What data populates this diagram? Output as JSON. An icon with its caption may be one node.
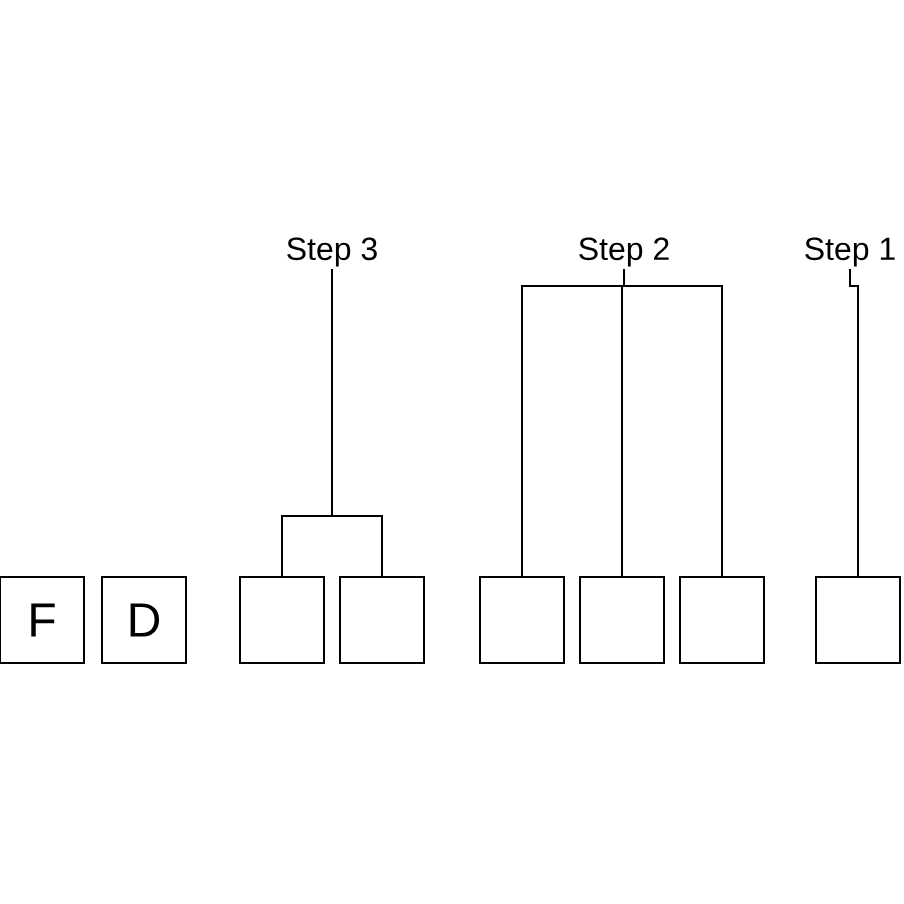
{
  "diagram": {
    "nodes": [
      {
        "text": [
          "Step 3"
        ]
      },
      {
        "text": [
          "Step 2"
        ]
      },
      {
        "text": [
          "Step 1"
        ]
      },
      {
        "text": [
          "F"
        ]
      },
      {
        "text": [
          "D"
        ]
      },
      {
        "text": [],
        "shape": "box"
      },
      {
        "text": [],
        "shape": "box"
      },
      {
        "text": [],
        "shape": "box"
      },
      {
        "text": [],
        "shape": "box"
      },
      {
        "text": [],
        "shape": "box"
      },
      {
        "text": [],
        "shape": "box"
      }
    ],
    "edges": [
      {
        "from": 0,
        "to": 5,
        "arrow": "none"
      },
      {
        "from": 0,
        "to": 6,
        "arrow": "none"
      },
      {
        "from": 1,
        "to": 7,
        "arrow": "none"
      },
      {
        "from": 1,
        "to": 8,
        "arrow": "none"
      },
      {
        "from": 1,
        "to": 9,
        "arrow": "none"
      },
      {
        "from": 2,
        "to": 10,
        "arrow": "none"
      }
    ]
  }
}
